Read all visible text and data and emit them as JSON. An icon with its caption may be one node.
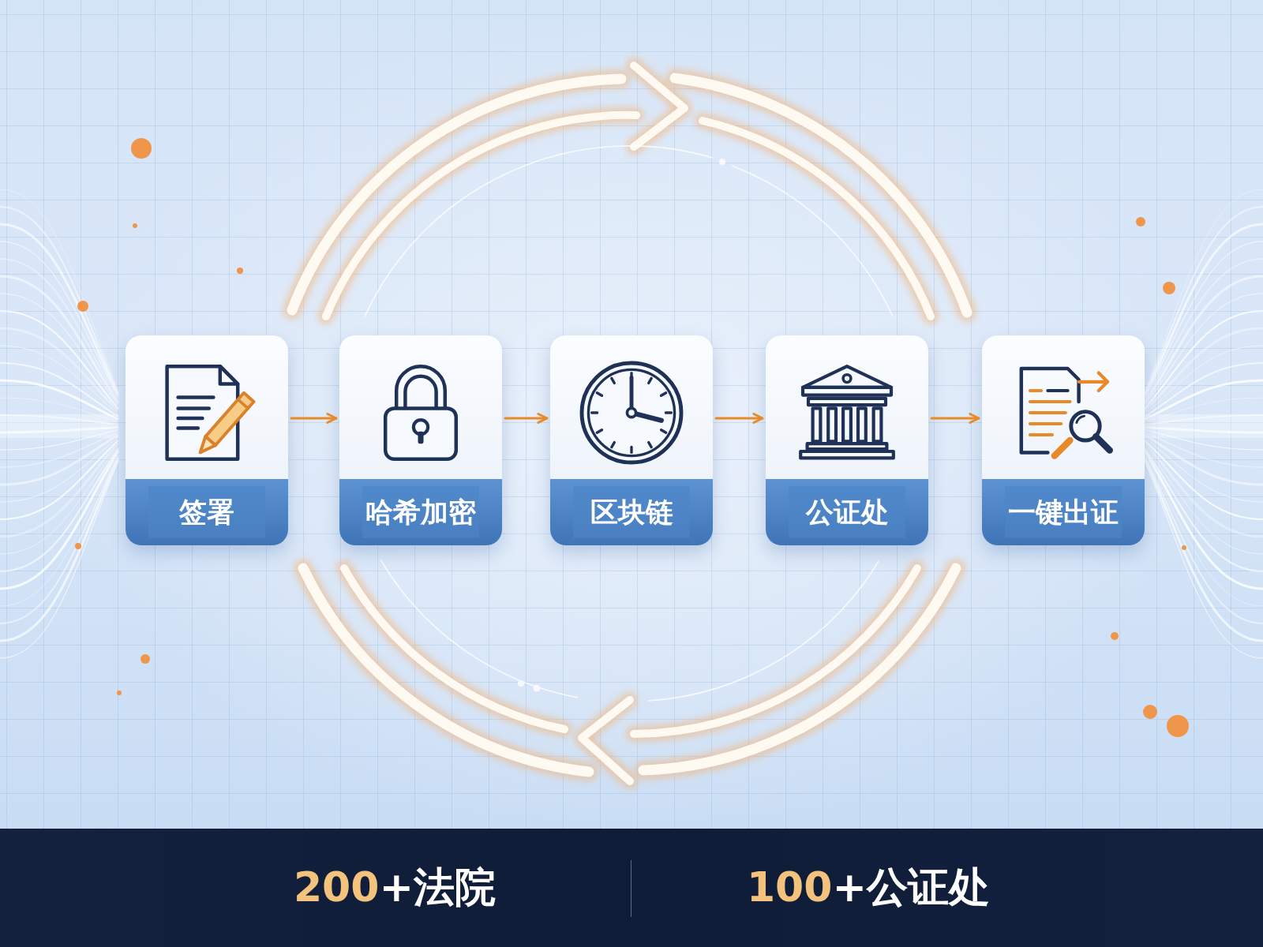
{
  "diagram": {
    "nodes": [
      {
        "text": [
          "签署"
        ]
      },
      {
        "text": [
          "哈希加密"
        ]
      },
      {
        "text": [
          "区块链"
        ]
      },
      {
        "text": [
          "公证处"
        ]
      },
      {
        "text": [
          "一键出证"
        ]
      }
    ],
    "edges": [
      {
        "from": 0,
        "to": 1,
        "arrow": "to"
      },
      {
        "from": 1,
        "to": 2,
        "arrow": "to"
      },
      {
        "from": 2,
        "to": 3,
        "arrow": "to"
      },
      {
        "from": 3,
        "to": 4,
        "arrow": "to"
      }
    ],
    "labels": [
      "200+法院",
      "100+公证处"
    ]
  }
}
